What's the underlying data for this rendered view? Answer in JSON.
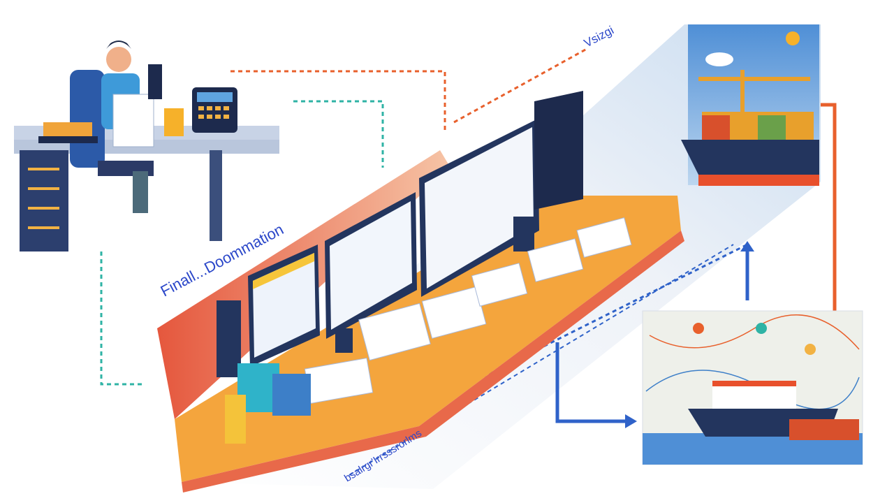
{
  "labels": {
    "final_documentation": "Finall...Doommation",
    "top_flow": "Vsizgi",
    "bottom_flow": "bsalrgr'Irrsssrorlms"
  },
  "colors": {
    "orange_flow": "#e8602c",
    "teal_flow": "#2fb3a5",
    "blue_flow": "#2f62c9",
    "desk_orange": "#f2a23a",
    "panel_red": "#e8694a",
    "navy": "#23355e"
  }
}
